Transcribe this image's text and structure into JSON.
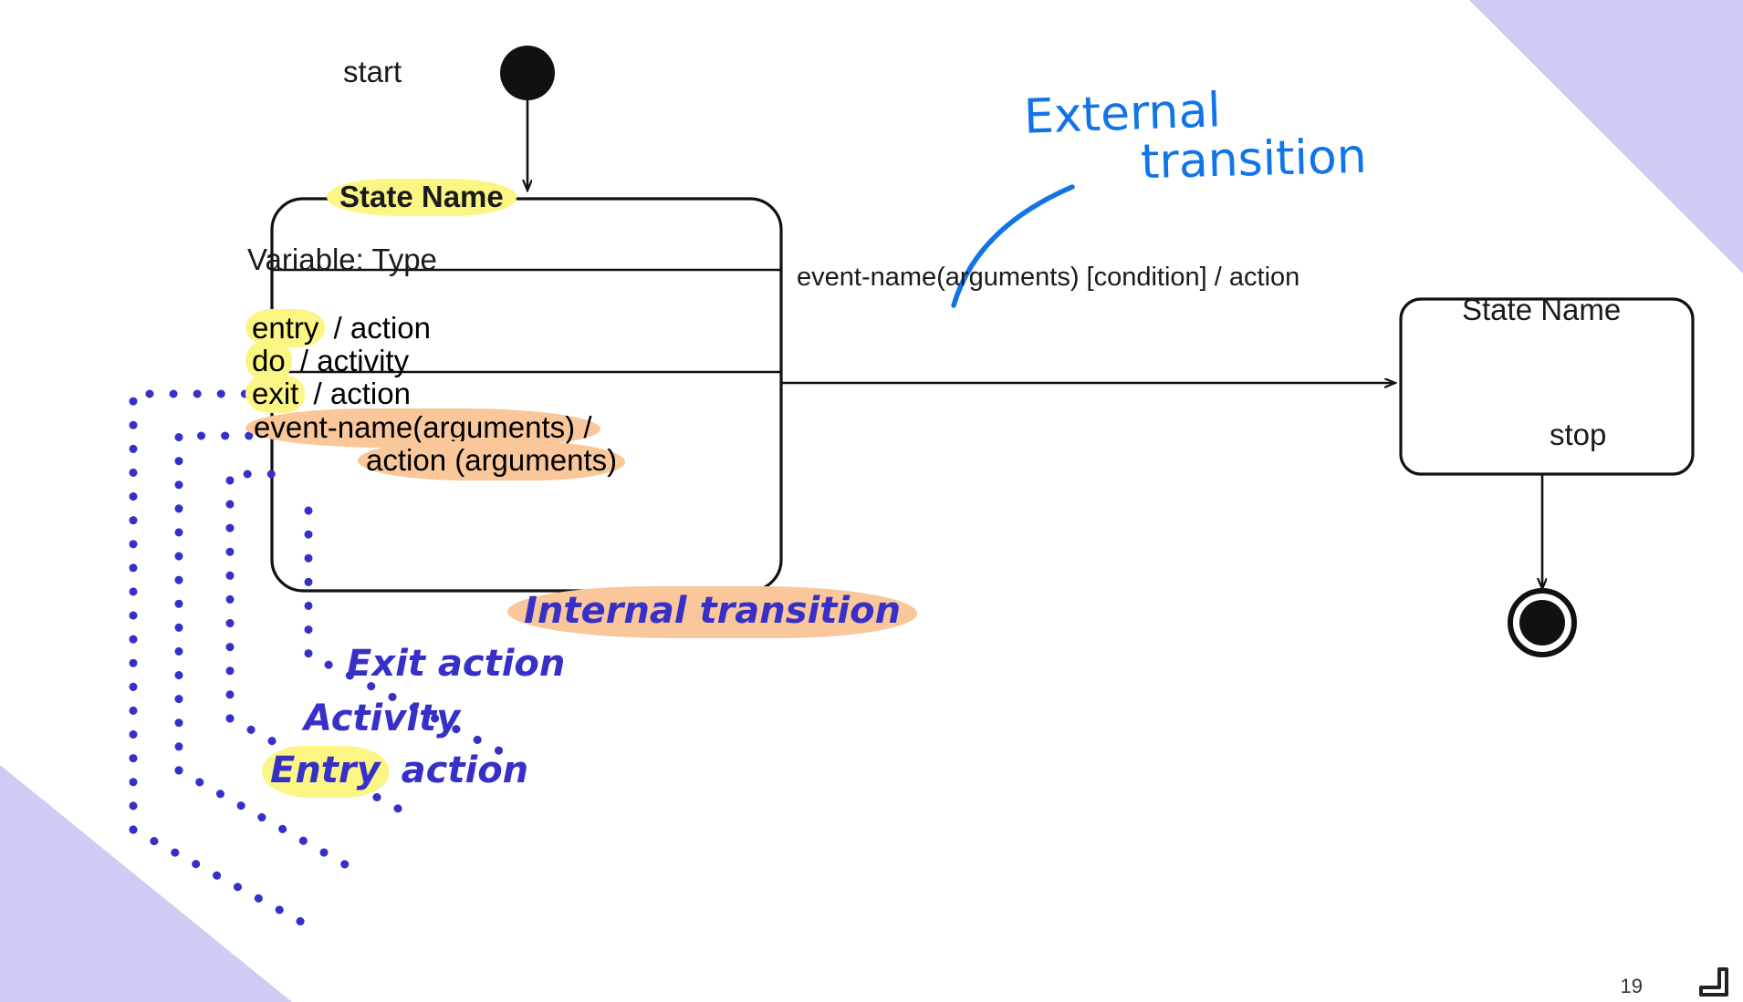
{
  "slide": {
    "page_number": "19",
    "background_color": "#ffffff",
    "accent_corner_color": "#ccccf4"
  },
  "diagram": {
    "type": "uml-state-machine",
    "start": {
      "label": "start",
      "node": "filled-circle"
    },
    "stop": {
      "label": "stop",
      "node": "final-state-circle"
    },
    "state_left": {
      "name": "State Name",
      "name_highlight": "#fbf584",
      "variable_compartment": "Variable: Type",
      "behavior_rows": [
        {
          "keyword": "entry",
          "keyword_highlight": "#fbf584",
          "rest": " / action"
        },
        {
          "keyword": "do",
          "keyword_highlight": "#fbf584",
          "rest": " / activity"
        },
        {
          "keyword": "exit",
          "keyword_highlight": "#fbf584",
          "rest": " / action"
        }
      ],
      "internal_transition": {
        "line1": "event-name(arguments) /",
        "line2": "action (arguments)",
        "highlight": "#f9c79a"
      }
    },
    "state_right": {
      "name": "State Name"
    },
    "transition": {
      "label": "event-name(arguments) [condition] / action"
    }
  },
  "annotations": {
    "handwritten": {
      "color": "#1175e8",
      "line1": "External",
      "line2": "transition"
    },
    "callouts": [
      {
        "text": "Internal transition",
        "highlight": "#f9c79a",
        "color": "#3730c8"
      },
      {
        "text": "Exit action",
        "highlight": "none",
        "color": "#3730c8"
      },
      {
        "text": "Activity",
        "highlight": "none",
        "color": "#3730c8"
      },
      {
        "text": "Entry",
        "text_rest": " action",
        "highlight": "#fbf584",
        "color": "#3730c8"
      }
    ],
    "connector_color": "#3730c8",
    "connector_style": "dotted"
  }
}
